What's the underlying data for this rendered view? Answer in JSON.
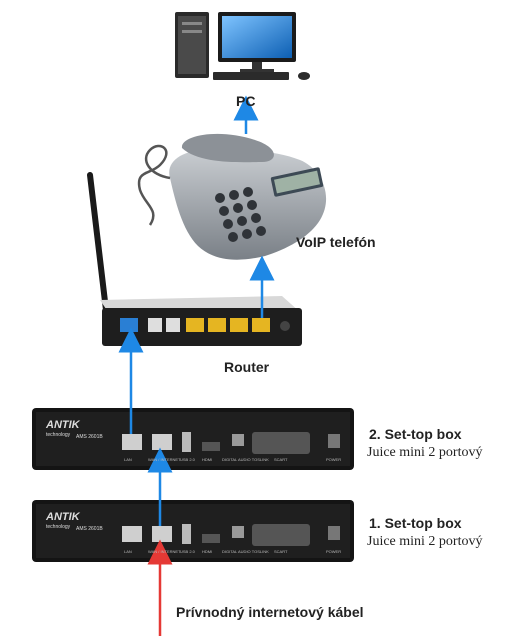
{
  "diagram": {
    "pc": {
      "label": "PC"
    },
    "phone": {
      "label": "VoIP telefón"
    },
    "router": {
      "label": "Router"
    },
    "stb2": {
      "title": "2. Set-top box",
      "subtitle": "Juice mini 2 portový",
      "brand": "ANTIK",
      "brand_sub": "technology",
      "model": "AMS 2601B",
      "ports": [
        "LAN",
        "WAN / INTERNET",
        "USB 2.0",
        "HDMI",
        "DIGITAL AUDIO TOSLINK",
        "SCART",
        "POWER"
      ]
    },
    "stb1": {
      "title": "1. Set-top box",
      "subtitle": "Juice mini 2 portový",
      "brand": "ANTIK",
      "brand_sub": "technology",
      "model": "AMS 2601B",
      "ports": [
        "LAN",
        "WAN / INTERNET",
        "USB 2.0",
        "HDMI",
        "DIGITAL AUDIO TOSLINK",
        "SCART",
        "POWER"
      ]
    },
    "cable": {
      "label": "Prívnodný internetový kábel"
    },
    "colors": {
      "link": "#1e88e5",
      "feed": "#e53935"
    }
  }
}
